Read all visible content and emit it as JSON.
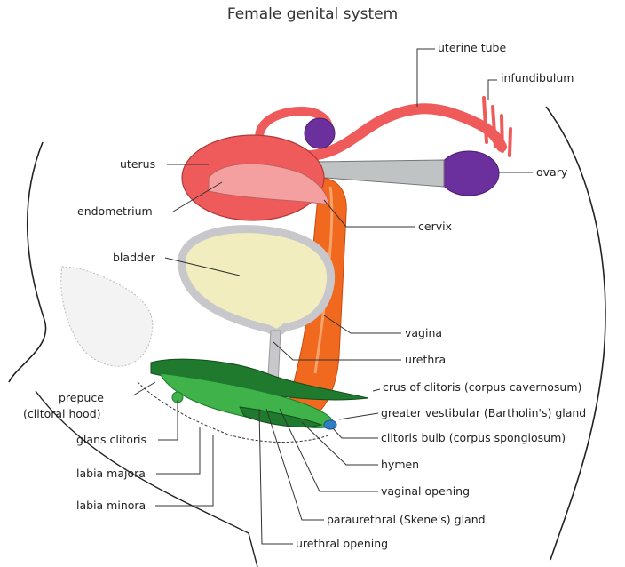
{
  "title": "Female genital system",
  "labels": {
    "uterine_tube": "uterine tube",
    "infundibulum": "infundibulum",
    "ovary": "ovary",
    "uterus": "uterus",
    "endometrium": "endometrium",
    "cervix": "cervix",
    "bladder": "bladder",
    "vagina": "vagina",
    "urethra": "urethra",
    "crus_of_clitoris": "crus of clitoris (corpus cavernosum)",
    "prepuce_line1": "prepuce",
    "prepuce_line2": "(clitoral hood)",
    "greater_vestibular_gland": "greater vestibular (Bartholin's) gland",
    "glans_clitoris": "glans clitoris",
    "clitoris_bulb": "clitoris bulb (corpus spongiosum)",
    "labia_majora": "labia majora",
    "hymen": "hymen",
    "vaginal_opening": "vaginal opening",
    "labia_minora": "labia minora",
    "paraurethral_gland": "paraurethral (Skene's) gland",
    "urethral_opening": "urethral opening"
  },
  "colors": {
    "uterus": "#ef5a5a",
    "endometrium": "#f5a0a0",
    "ovary": "#6b2f9e",
    "vagina": "#f0691e",
    "bladder_fill": "#f2edbf",
    "bladder_wall": "#c8c8cc",
    "clitoris_dark": "#1f7a2e",
    "clitoris_light": "#3fb24a",
    "gland": "#2f7fc2"
  }
}
